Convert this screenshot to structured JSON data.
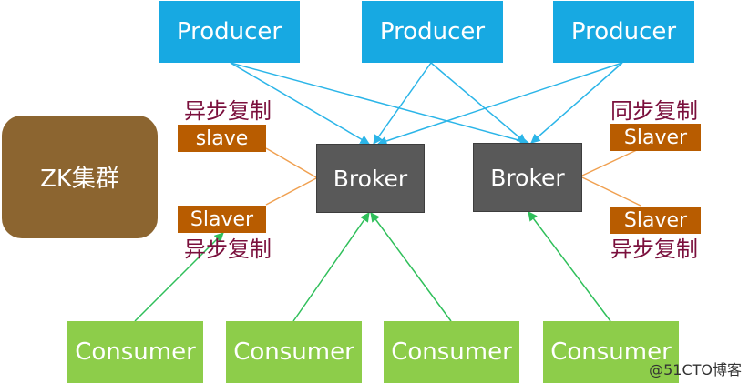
{
  "producers": [
    "Producer",
    "Producer",
    "Producer"
  ],
  "consumers": [
    "Consumer",
    "Consumer",
    "Consumer",
    "Consumer"
  ],
  "brokers": [
    "Broker",
    "Broker"
  ],
  "zk_cluster": "ZK集群",
  "left_slaves": [
    "slave",
    "Slaver"
  ],
  "right_slaves": [
    "Slaver",
    "Slaver"
  ],
  "replication_labels": {
    "left_top": "异步复制",
    "left_bottom": "异步复制",
    "right_top": "同步复制",
    "right_bottom": "异步复制"
  },
  "watermark": "@51CTO博客",
  "colors": {
    "producer": "#17a9e2",
    "consumer": "#8dcd4a",
    "broker": "#595959",
    "zk": "#8c6530",
    "slave": "#b85c00",
    "producer_arrow": "#2bb5e8",
    "consumer_arrow": "#2fbf5a",
    "slave_line": "#f0a050",
    "label_text": "#7a0f3c"
  }
}
